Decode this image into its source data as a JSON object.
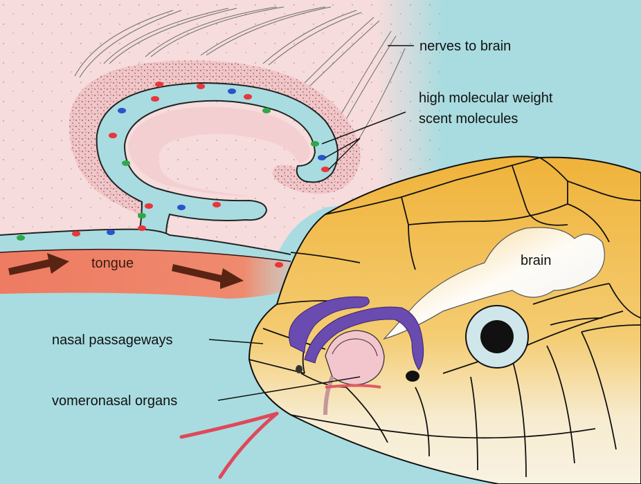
{
  "labels": {
    "nerves": "nerves to brain",
    "molecules_line1": "high molecular weight",
    "molecules_line2": "scent molecules",
    "tongue": "tongue",
    "brain": "brain",
    "nasal": "nasal passageways",
    "vomeronasal": "vomeronasal organs"
  },
  "colors": {
    "background": "#a8dce0",
    "tissue": "#f6dcdc",
    "organ_lumen": "#a8dce0",
    "tongue": "#ee7b62",
    "head_scales": "#f0b33a",
    "belly": "#f7f1dc",
    "nasal_passage": "#6a4bb0",
    "forked_tongue": "#e0485a",
    "molecule_red": "#e8363a",
    "molecule_blue": "#2a54c8",
    "molecule_green": "#2ea84a",
    "arrow": "#5a2414"
  },
  "icons": [
    "arrow-right-icon",
    "arrow-right-icon"
  ]
}
